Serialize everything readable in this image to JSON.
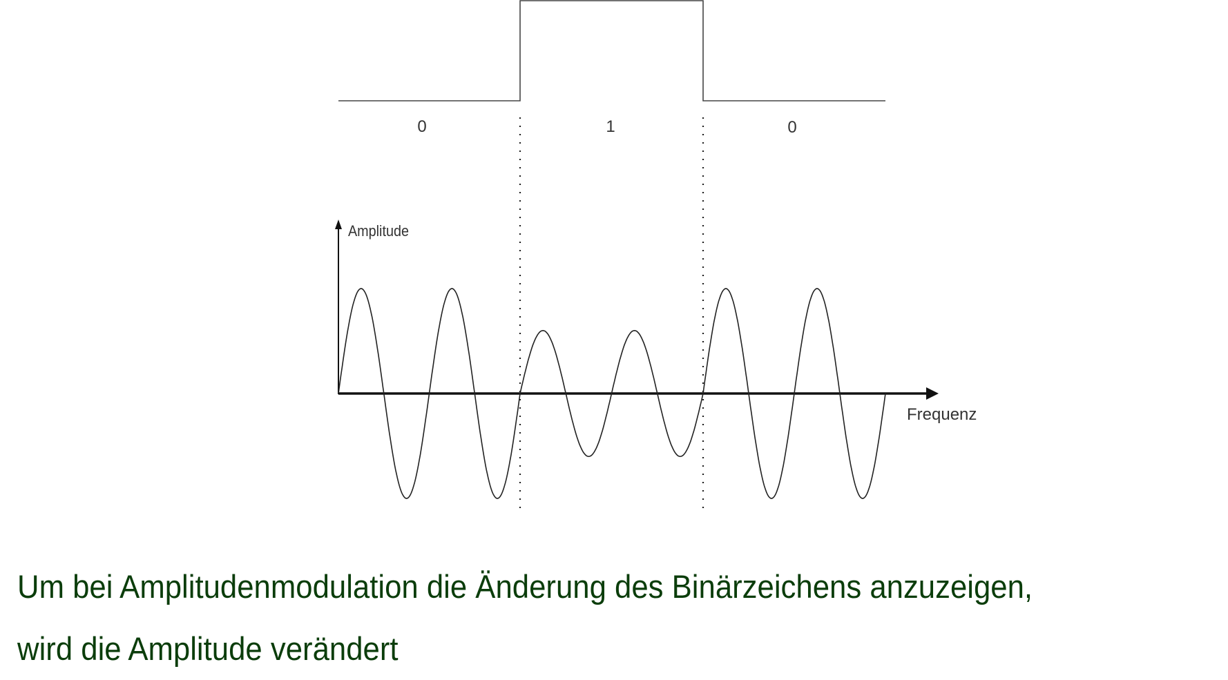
{
  "diagram": {
    "bits": [
      "0",
      "1",
      "0"
    ],
    "relative_amplitudes": [
      1,
      0.6,
      1
    ],
    "cycles_per_bit": 2,
    "y_axis_label": "Amplitude",
    "x_axis_label": "Frequenz",
    "line_color": "#222222"
  },
  "caption": {
    "line1": "Um bei Amplitudenmodulation die Änderung des Binärzeichens anzuzeigen,",
    "line2": "wird die Amplitude verändert",
    "color": "#0b3d0b"
  }
}
